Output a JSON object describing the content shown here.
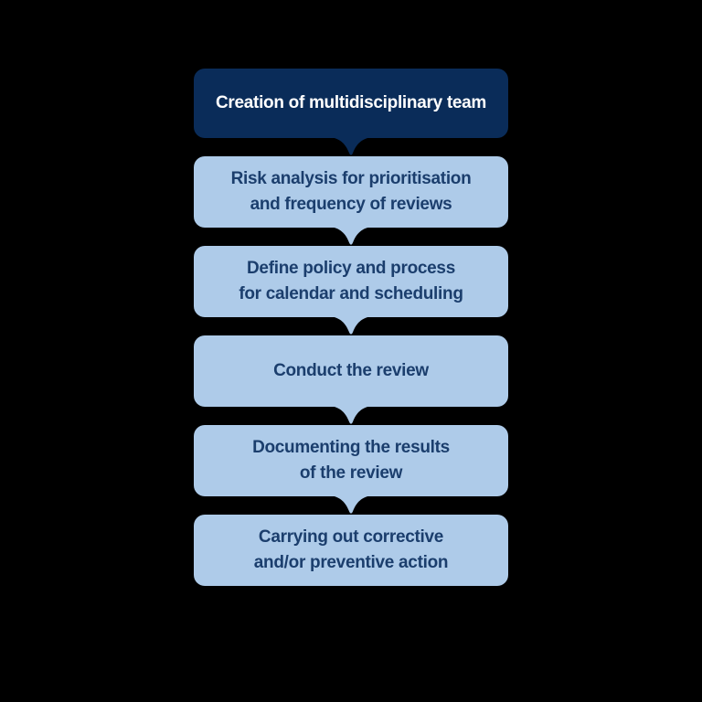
{
  "colors": {
    "background": "#000000",
    "dark_navy": "#0a2c59",
    "light_blue": "#aecbe9",
    "text_dark": "#1b3e6d",
    "text_light": "#ffffff"
  },
  "flowchart": {
    "steps": [
      {
        "label": "Creation of multidisciplinary team",
        "variant": "dark",
        "connector": true
      },
      {
        "label": "Risk analysis for prioritisation\nand frequency of reviews",
        "variant": "light",
        "connector": true
      },
      {
        "label": "Define policy and process\nfor calendar and scheduling",
        "variant": "light",
        "connector": true
      },
      {
        "label": "Conduct the review",
        "variant": "light",
        "connector": true
      },
      {
        "label": "Documenting the results\nof the review",
        "variant": "light",
        "connector": true
      },
      {
        "label": "Carrying out corrective\nand/or preventive action",
        "variant": "light",
        "connector": false
      }
    ]
  }
}
